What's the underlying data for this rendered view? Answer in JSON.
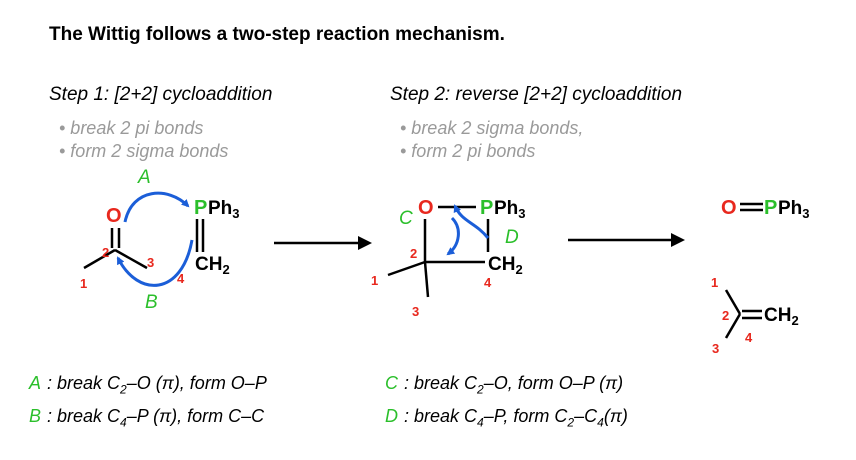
{
  "title": "The Wittig follows a two-step reaction mechanism.",
  "step1": {
    "heading": "Step 1: [2+2] cycloaddition",
    "bullets": [
      "• break 2 pi bonds",
      "• form 2 sigma bonds"
    ]
  },
  "step2": {
    "heading": "Step 2:  reverse [2+2] cycloaddition",
    "bullets": [
      "• break 2 sigma bonds,",
      "• form 2 pi bonds"
    ]
  },
  "molecules": {
    "oxygen": "O",
    "ylide_p": "P",
    "ph3": "Ph",
    "ph3_sub": "3",
    "ch2": "CH",
    "ch2_sub": "2",
    "oxaphosphetane_o": "O",
    "product_o": "O",
    "atom_numbers": [
      "1",
      "2",
      "3",
      "4"
    ]
  },
  "arrow_labels": [
    "A",
    "B",
    "C",
    "D"
  ],
  "legend": {
    "A": {
      "letter": "A",
      "pre": ": break C",
      "s1": "2",
      "mid": "–O (",
      "pi": "π",
      "post": "), form O–P"
    },
    "B": {
      "letter": "B",
      "pre": ": break C",
      "s1": "4",
      "mid": "–P (",
      "pi": "π",
      "post": "), form C–C"
    },
    "C": {
      "letter": "C",
      "pre": ":  break C",
      "s1": "2",
      "mid": "–O, form O–P (",
      "pi": "π",
      "post": ")"
    },
    "D": {
      "letter": "D",
      "pre": ": break C",
      "s1": "4",
      "mid": "–P, form C",
      "s2": "2",
      "mid2": "–C",
      "s3": "4",
      "pi": "π",
      "post": ")"
    }
  },
  "colors": {
    "oxygen": "#e8281e",
    "phosphorus": "#2bbf2b",
    "arrow": "#1b5ed8",
    "number": "#e8281e",
    "label": "#2bbf2b",
    "bullet_text": "#9a9a9a"
  }
}
